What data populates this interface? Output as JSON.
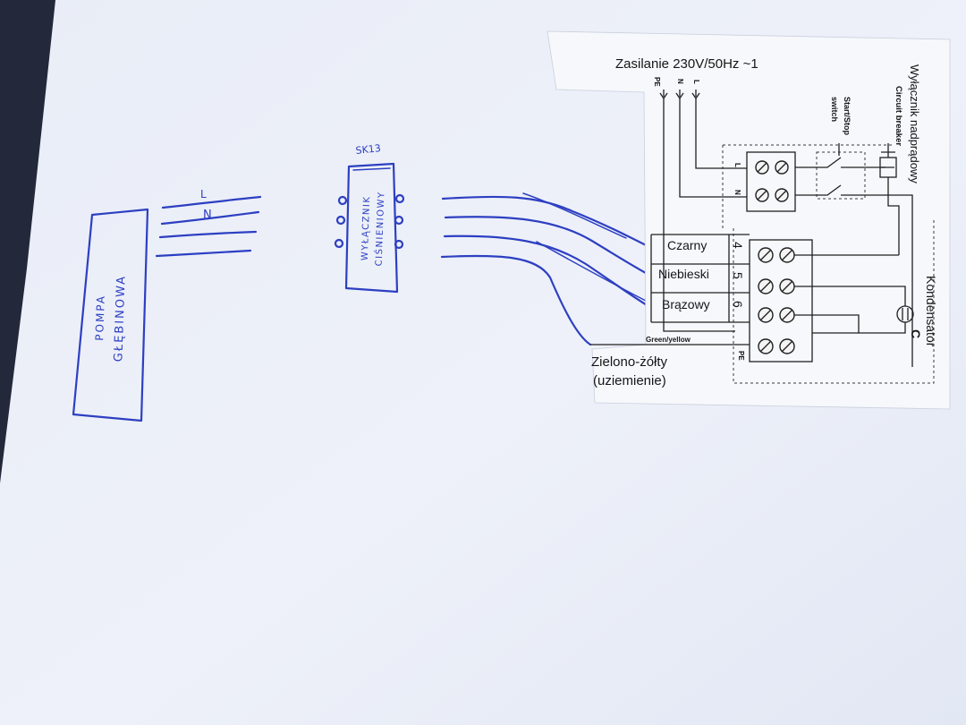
{
  "handwritten": {
    "pump_line1": "POMPA",
    "pump_line2": "GŁĘBINOWA",
    "switch_line1": "WYŁĄCZNIK",
    "switch_line2": "CIŚNIENIOWY",
    "switch_tag": "SK13",
    "wire_l": "L",
    "wire_n": "N"
  },
  "printed": {
    "supply": "Zasilanie 230V/50Hz ~1",
    "pe": "PE",
    "n": "N",
    "l": "L",
    "start_stop": "Start/Stop",
    "switch": "switch",
    "breaker_pl": "Wyłącznik nadprądowy",
    "breaker_en": "Circuit breaker",
    "terminal_l": "L",
    "terminal_n": "N",
    "black": "Czarny",
    "blue": "Niebieski",
    "brown": "Brązowy",
    "t4": "4",
    "t5": "5",
    "t6": "6",
    "green_yellow": "Green/yellow",
    "ground_line1": "Zielono-żółty",
    "ground_line2": "(uziemienie)",
    "pe_bottom": "PE",
    "capacitor_label": "Kondensator",
    "capacitor_c": "C"
  },
  "colors": {
    "paper": "#eef1f8",
    "ink": "#2d3fc2",
    "print": "#202020"
  }
}
